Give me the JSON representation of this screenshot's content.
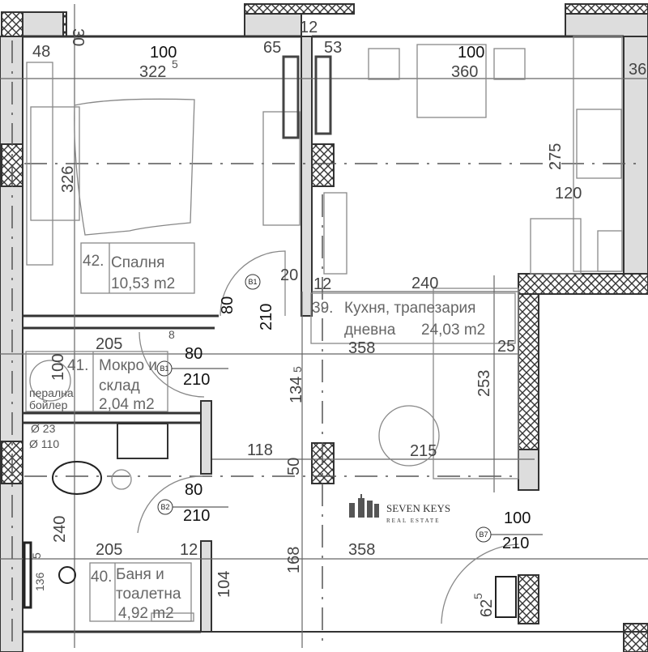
{
  "rooms": {
    "bedroom": {
      "number": "42.",
      "name": "Спалня",
      "area": "10,53 m2"
    },
    "storage": {
      "number": "41.",
      "name_line1": "Мокро и",
      "name_line2": "склад",
      "area": "2,04 m2",
      "sub_line1": "перална",
      "sub_line2": "бойлер"
    },
    "kitchen": {
      "number": "39.",
      "name_line1": "Кухня, трапезария",
      "name_line2": "дневна",
      "area": "24,03 m2"
    },
    "bathroom": {
      "number": "40.",
      "name_line1": "Баня и",
      "name_line2": "тоалетна",
      "area": "4,92 m2"
    }
  },
  "doors": [
    {
      "tag": "B1",
      "width": "80",
      "height": "210"
    },
    {
      "tag": "B1",
      "width": "80",
      "height": "210"
    },
    {
      "tag": "B2",
      "width": "80",
      "height": "210"
    },
    {
      "tag": "B7",
      "width": "100",
      "height": "210"
    }
  ],
  "dimensions": [
    "30",
    "48",
    "100",
    "322",
    "5",
    "65",
    "12",
    "53",
    "100",
    "360",
    "36",
    "326",
    "275",
    "120",
    "20",
    "12",
    "240",
    "25",
    "358",
    "205",
    "100",
    "134",
    "5",
    "118",
    "50",
    "215",
    "253",
    "240",
    "205",
    "12",
    "168",
    "358",
    "104",
    "136",
    "5",
    "62",
    "5",
    "8"
  ],
  "pipe_labels": [
    "Ø 23",
    "Ø 110"
  ],
  "logo": {
    "name": "SEVEN KEYS",
    "tagline": "REAL ESTATE"
  }
}
